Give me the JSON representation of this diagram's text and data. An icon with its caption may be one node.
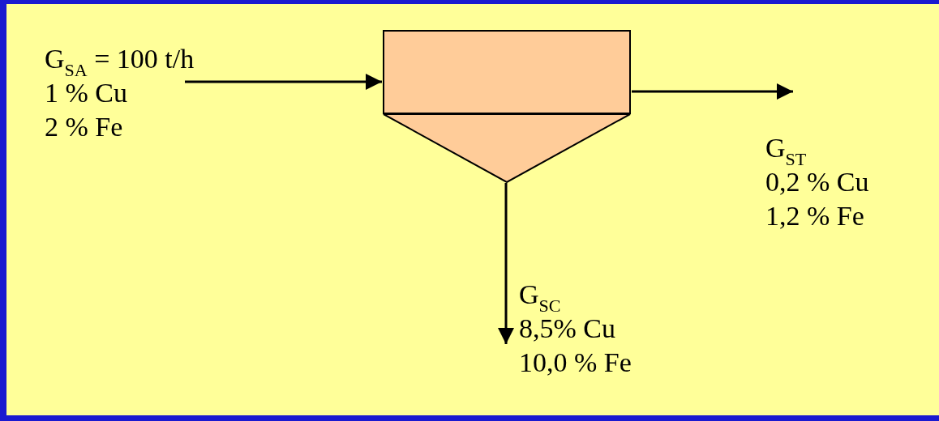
{
  "diagram": {
    "nodes": [
      {
        "text": [
          "G$_{SA}$ = 100 t/h",
          "1 % Cu",
          "2 % Fe"
        ]
      },
      {
        "text": [],
        "shape": "box"
      },
      {
        "text": [],
        "shape": "triangle"
      },
      {
        "text": [
          "G$_{ST}$",
          "0,2 % Cu",
          "1,2 % Fe"
        ]
      },
      {
        "text": [
          "G$_{SC}$",
          "8,5% Cu",
          "10,0 % Fe"
        ]
      }
    ],
    "edges": [
      {
        "from": 0,
        "to": 1,
        "arrow": "to"
      },
      {
        "from": 1,
        "to": 3,
        "arrow": "to"
      },
      {
        "from": 2,
        "to": 4,
        "arrow": "to"
      }
    ]
  }
}
